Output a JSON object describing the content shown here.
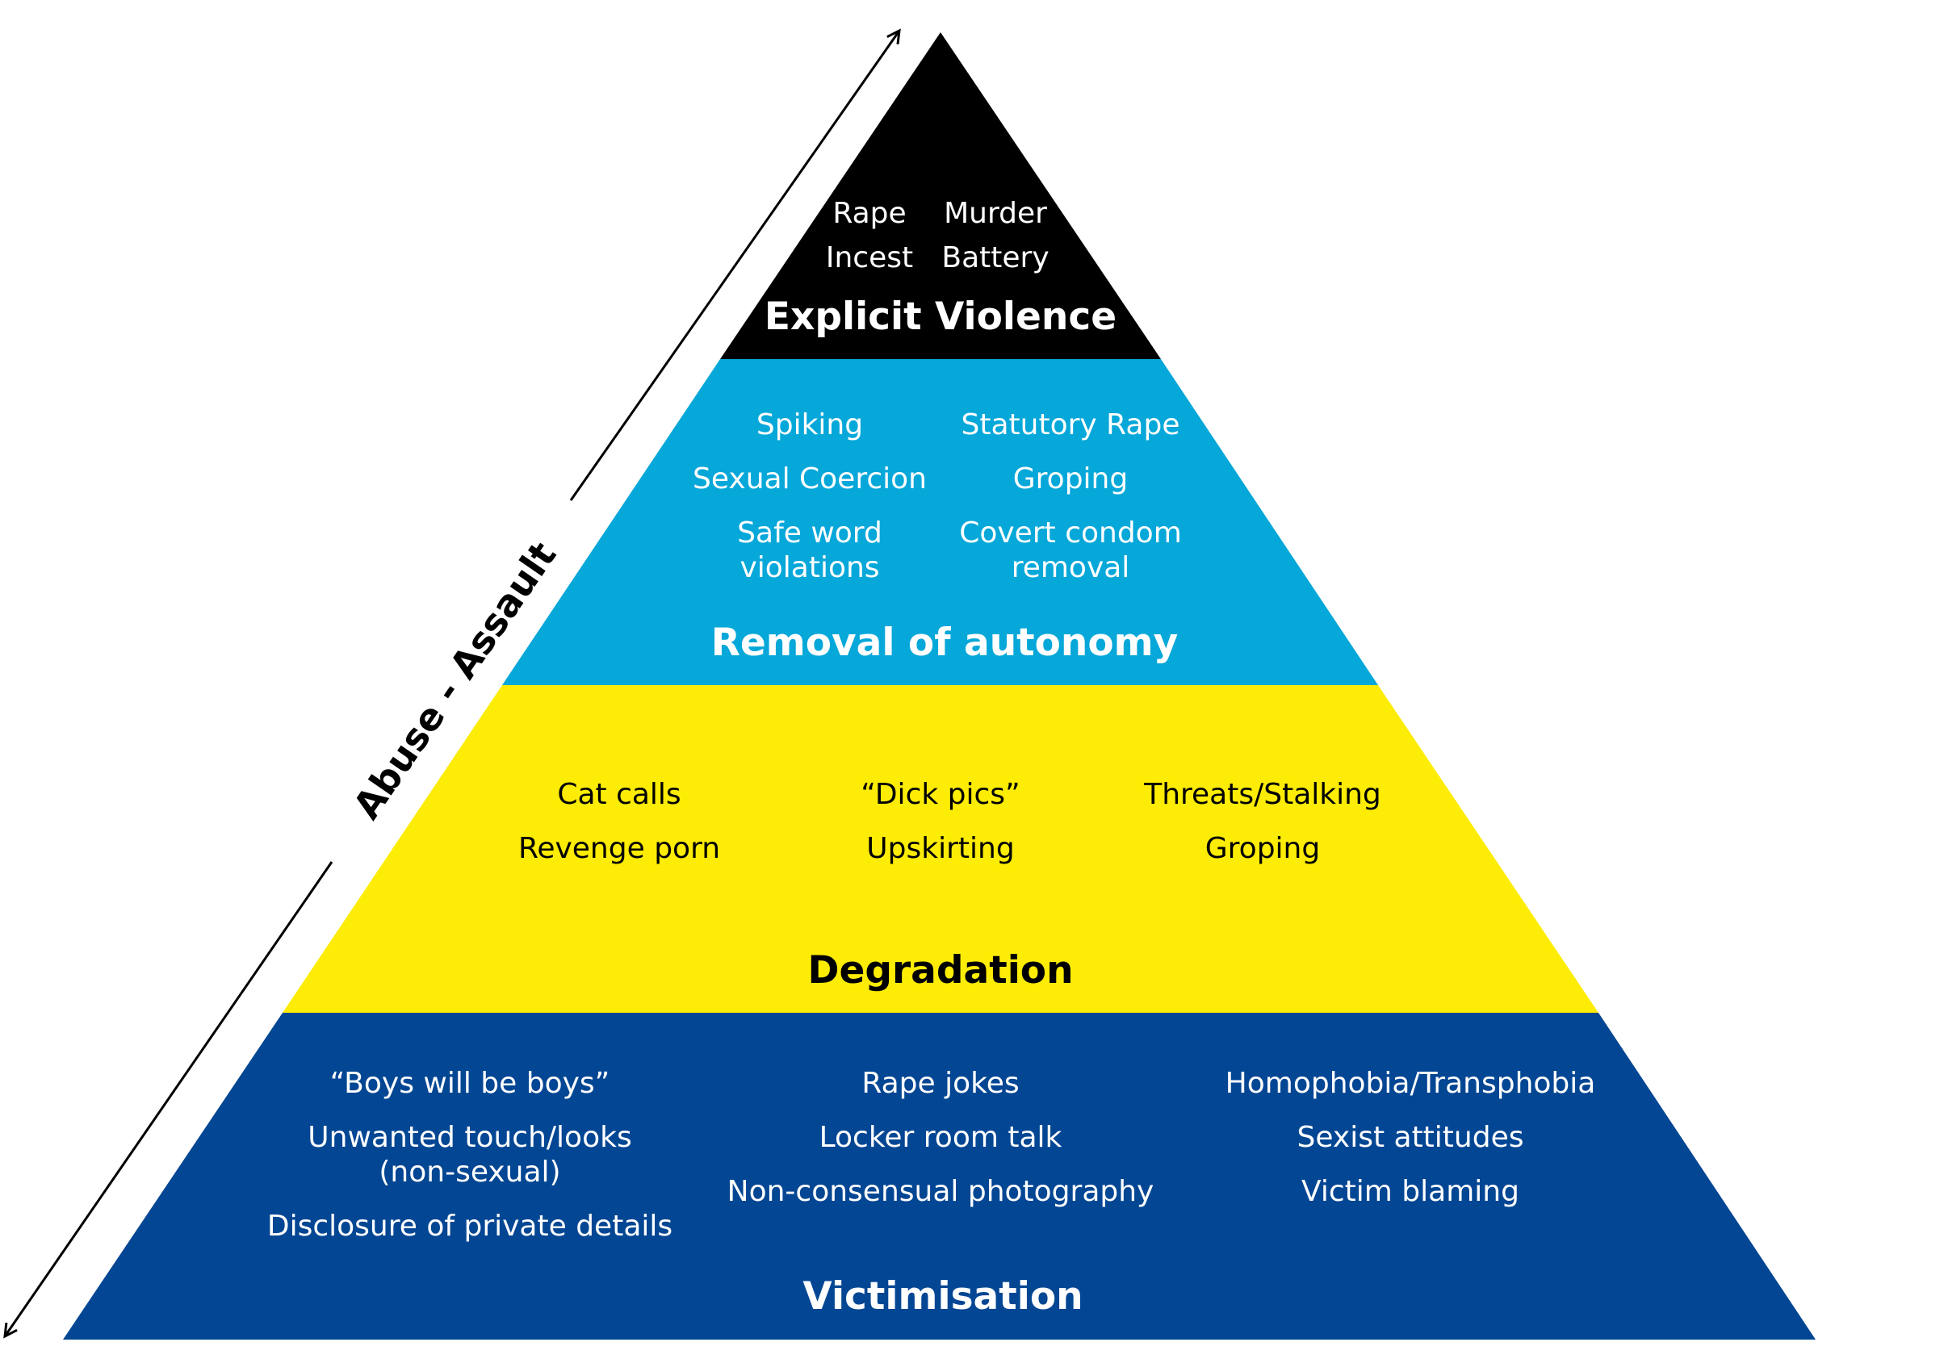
{
  "axis_label": "Abuse - Assault",
  "tiers": [
    {
      "id": "explicit-violence",
      "title": "Explicit Violence",
      "fill": "#000000",
      "text_color": "#ffffff",
      "columns": [
        [
          "Rape",
          "Incest"
        ],
        [
          "Murder",
          "Battery"
        ]
      ]
    },
    {
      "id": "removal-of-autonomy",
      "title": "Removal of autonomy",
      "fill": "#06a7d9",
      "text_color": "#ffffff",
      "columns": [
        [
          "Spiking",
          "Sexual Coercion",
          [
            "Safe word",
            "violations"
          ]
        ],
        [
          "Statutory Rape",
          "Groping",
          [
            "Covert condom",
            "removal"
          ]
        ]
      ]
    },
    {
      "id": "degradation",
      "title": "Degradation",
      "fill": "#fdec05",
      "text_color": "#000000",
      "columns": [
        [
          "Cat calls",
          "Revenge porn"
        ],
        [
          "“Dick pics”",
          "Upskirting"
        ],
        [
          "Threats/Stalking",
          "Groping"
        ]
      ]
    },
    {
      "id": "victimisation",
      "title": "Victimisation",
      "fill": "#034693",
      "text_color": "#ffffff",
      "columns": [
        [
          "“Boys will be boys”",
          [
            "Unwanted touch/looks",
            "(non-sexual)"
          ],
          "Disclosure of private details"
        ],
        [
          "Rape jokes",
          "Locker room talk",
          "Non-consensual photography"
        ],
        [
          "Homophobia/Transphobia",
          "Sexist attitudes",
          "Victim blaming"
        ]
      ]
    }
  ]
}
